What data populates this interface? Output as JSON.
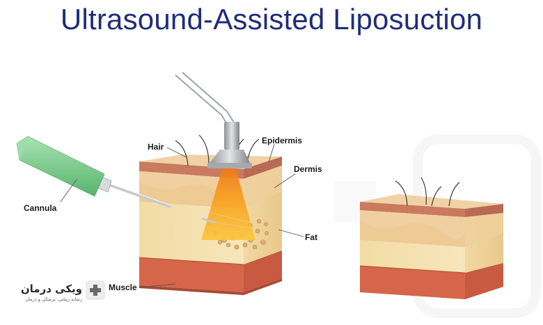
{
  "title": "Ultrasound-Assisted Liposuction",
  "labels": {
    "hair": "Hair",
    "epidermis": "Epidermis",
    "dermis": "Dermis",
    "cannula": "Cannula",
    "fat": "Fat",
    "muscle": "Muscle"
  },
  "logo": {
    "name": "ویکی درمان",
    "tagline": "رسانه زیبایی، پزشکی و درمان"
  },
  "colors": {
    "title": "#1f2d78",
    "epidermis": "#c97a5f",
    "dermis": "#f1d6a8",
    "fat": "#f4e3b0",
    "muscle": "#d5664a",
    "cannula": "#7fcf8f",
    "beam": "#f6a41e"
  }
}
